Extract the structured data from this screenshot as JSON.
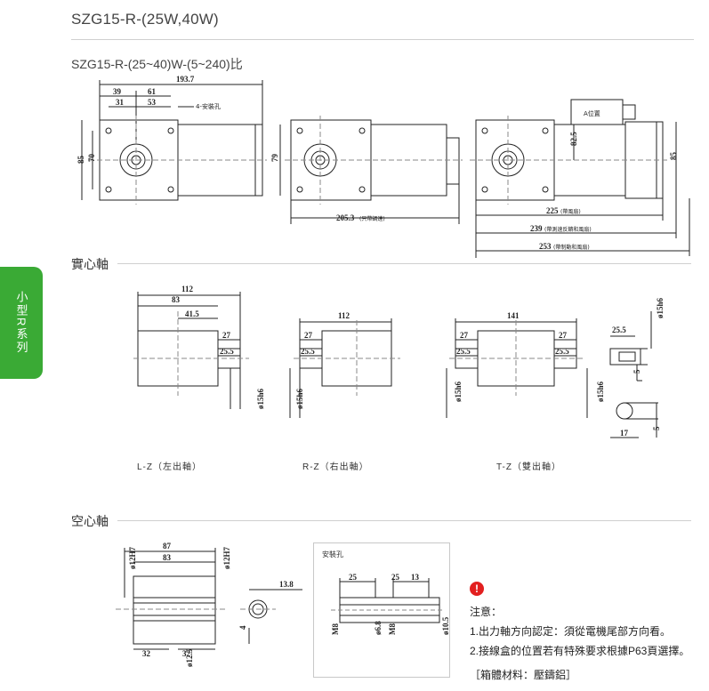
{
  "header": {
    "title": "SZG15-R-(25W,40W)",
    "model": "SZG15-R-(25~40)W-(5~240)比"
  },
  "side_tab": {
    "label": "小型R系列"
  },
  "section_solid": {
    "title": "實心軸"
  },
  "section_hollow": {
    "title": "空心軸"
  },
  "top_dims": {
    "d193": "193.7",
    "d39": "39",
    "d61": "61",
    "d31": "31",
    "d53": "53",
    "holes": "4-安裝孔",
    "d85": "85",
    "d70": "70",
    "d79": "79",
    "d205": "205.3",
    "d205_note": "(只帶調速)",
    "a_pos": "A位置",
    "d82": "82.5",
    "d85b": "85",
    "d225": "225",
    "d225_note": "(帶風扇)",
    "d239": "239",
    "d239_note": "(帶測速反饋和風扇)",
    "d253": "253",
    "d253_note": "(帶制動和風扇)"
  },
  "solid": {
    "lz": {
      "d112": "112",
      "d83": "83",
      "d41": "41.5",
      "d27": "27",
      "d25": "25.5",
      "dia": "ø15h6",
      "caption": "L-Z（左出軸）"
    },
    "rz": {
      "d112": "112",
      "d27": "27",
      "d25": "25.5",
      "dia": "ø15h6",
      "caption": "R-Z（右出軸）"
    },
    "tz": {
      "d141": "141",
      "d27a": "27",
      "d25a": "25.5",
      "d27b": "27",
      "d25b": "25.5",
      "dia_a": "ø15h6",
      "dia_b": "ø15h6",
      "caption": "T-Z（雙出軸）"
    },
    "shaft": {
      "d25": "25.5",
      "dia": "ø15h6",
      "d5": "5",
      "d17": "17",
      "d5b": "5"
    }
  },
  "hollow": {
    "d87": "87",
    "d83": "83",
    "dia12a": "ø12H7",
    "dia12b": "ø12H7",
    "d32a": "32",
    "d32b": "32",
    "dia12_5": "ø12.5",
    "d13_8": "13.8",
    "d4": "4",
    "box_label": "安裝孔",
    "b25a": "25",
    "b25b": "25",
    "b13": "13",
    "m8a": "M8",
    "m8b": "M8",
    "dia6_8": "ø6.8",
    "dia10_5": "ø10.5"
  },
  "notes": {
    "icon": "!",
    "title": "注意：",
    "line1": "1.出力軸方向認定：須從電機尾部方向看。",
    "line2": "2.接線盒的位置若有特殊要求根據P63頁選擇。",
    "material": "［箱體材料：壓鑄鋁］"
  },
  "colors": {
    "accent_green": "#3aaa35",
    "alert_red": "#e21f1f"
  }
}
